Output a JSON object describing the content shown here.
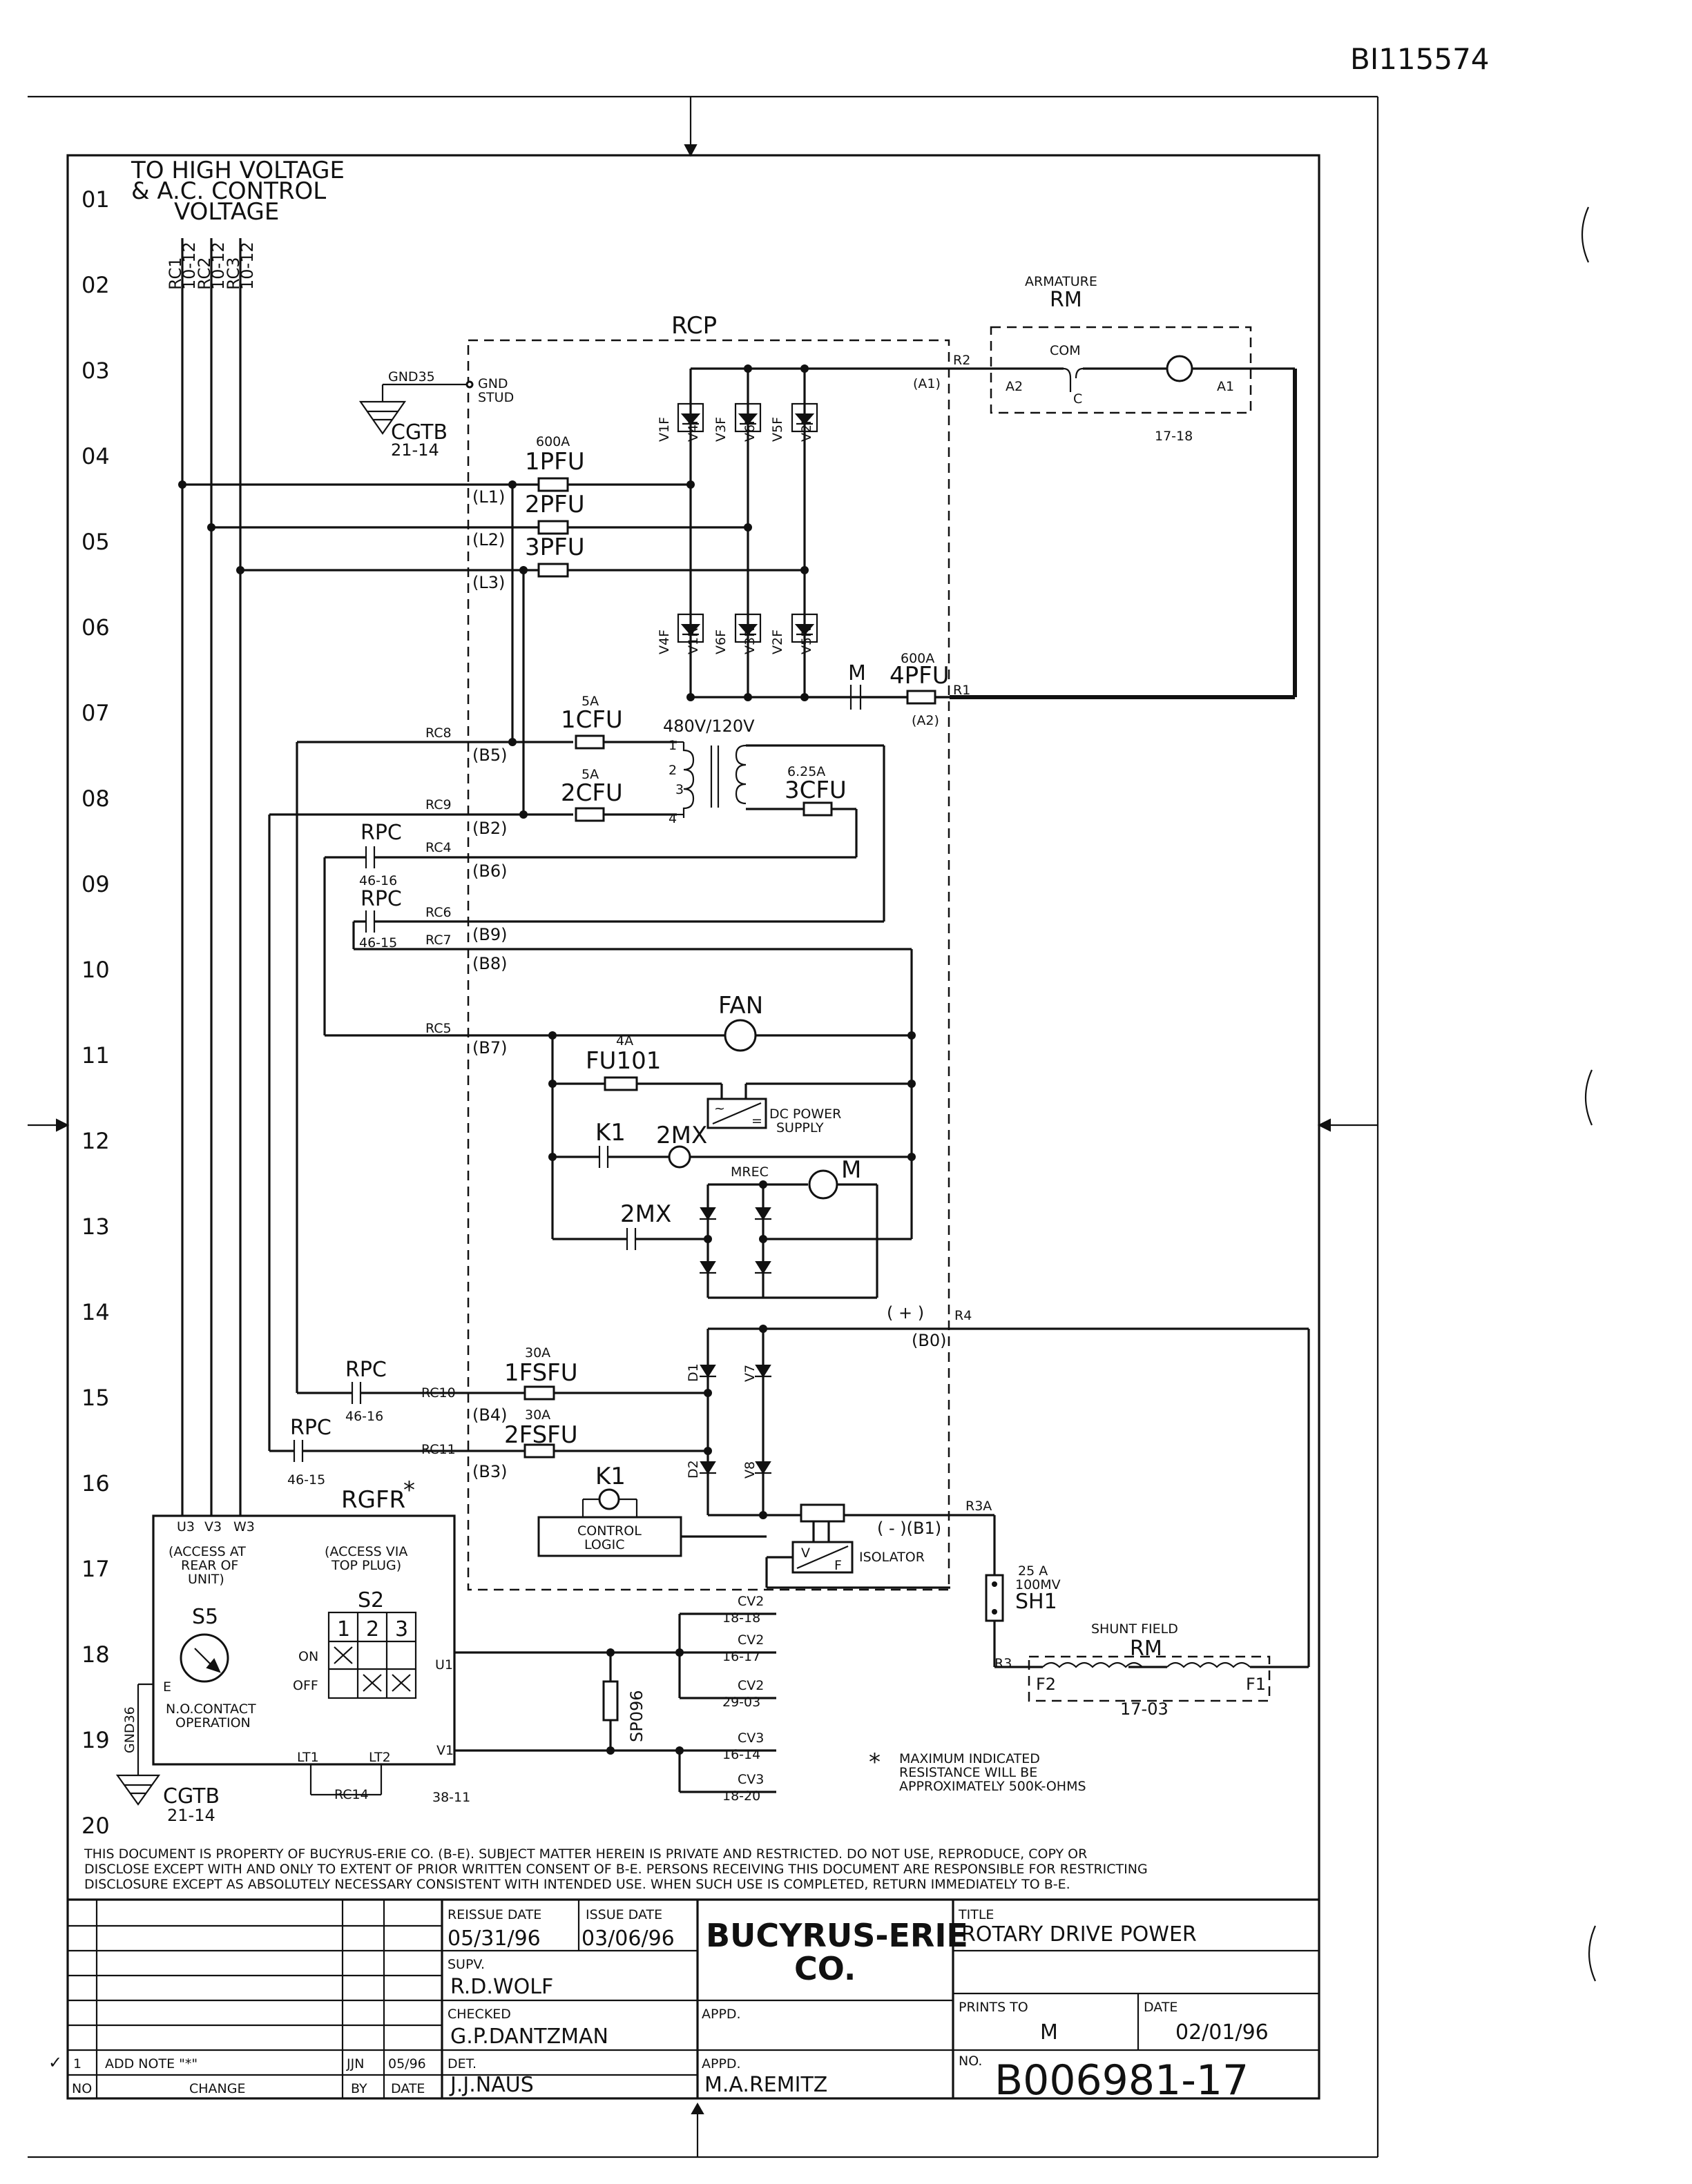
{
  "document_id": "BI115574",
  "rows": [
    "01",
    "02",
    "03",
    "04",
    "05",
    "06",
    "07",
    "08",
    "09",
    "10",
    "11",
    "12",
    "13",
    "14",
    "15",
    "16",
    "17",
    "18",
    "19",
    "20"
  ],
  "source": {
    "line1": "TO HIGH VOLTAGE",
    "line2": "& A.C. CONTROL",
    "line3": "VOLTAGE",
    "wires": [
      "RC1",
      "10-12",
      "RC2",
      "10-12",
      "RC3",
      "10-12"
    ]
  },
  "ground_top": {
    "name": "GND35",
    "stud": "GND",
    "stud2": "STUD",
    "tb": "CGTB",
    "ref": "21-14"
  },
  "rcp": "RCP",
  "armature": {
    "title": "ARMATURE",
    "name": "RM",
    "com": "COM",
    "a2": "A2",
    "a1": "A1",
    "c": "C",
    "ref": "17-18"
  },
  "terminals": {
    "r2": "R2",
    "a1": "(A1)",
    "r1": "R1",
    "a2": "(A2)",
    "l1": "(L1)",
    "l2": "(L2)",
    "l3": "(L3)",
    "b5": "(B5)",
    "b2": "(B2)",
    "b6": "(B6)",
    "b9": "(B9)",
    "b8": "(B8)",
    "b7": "(B7)",
    "b4": "(B4)",
    "b3": "(B3)",
    "b0": "(B0)",
    "r4": "R4",
    "plus": "( + )",
    "minus_b1": "( - )(B1)",
    "r3a": "R3A",
    "r3": "R3"
  },
  "scr_top": [
    "V1F",
    "V4R",
    "V3F",
    "V6R",
    "V5F",
    "V2R"
  ],
  "scr_bot": [
    "V4F",
    "V1R",
    "V6F",
    "V3R",
    "V2F",
    "V5R"
  ],
  "fuses": {
    "pfu_rating": "600A",
    "pfu1": "1PFU",
    "pfu2": "2PFU",
    "pfu3": "3PFU",
    "pfu4_rating": "600A",
    "pfu4": "4PFU",
    "m_contact": "M",
    "cfu1_rating": "5A",
    "cfu1": "1CFU",
    "cfu2_rating": "5A",
    "cfu2": "2CFU",
    "cfu3_rating": "6.25A",
    "cfu3": "3CFU",
    "xfmr": "480V/120V",
    "fu101_rating": "4A",
    "fu101": "FU101",
    "fsfu1_rating": "30A",
    "fsfu1": "1FSFU",
    "fsfu2_rating": "30A",
    "fsfu2": "2FSFU"
  },
  "xfmr_pins": [
    "1",
    "2",
    "3",
    "4"
  ],
  "wires": {
    "rc8": "RC8",
    "rc9": "RC9",
    "rc4": "RC4",
    "rc6": "RC6",
    "rc7": "RC7",
    "rc5": "RC5",
    "rc10": "RC10",
    "rc11": "RC11",
    "rc14": "RC14"
  },
  "rpc": {
    "label": "RPC",
    "ref": "46-16",
    "ref2": "46-15"
  },
  "fan": "FAN",
  "dc_supply": {
    "l1": "DC POWER",
    "l2": "SUPPLY"
  },
  "k1": "K1",
  "mx2": "2MX",
  "mrec": "MREC",
  "motor_m": "M",
  "diodes": {
    "d1": "D1",
    "v7": "V7",
    "d2": "D2",
    "v8": "V8"
  },
  "control_logic": {
    "coil": "K1",
    "l1": "CONTROL",
    "l2": "LOGIC"
  },
  "isolator": {
    "label": "ISOLATOR",
    "v": "V",
    "f": "F"
  },
  "shunt_resistor": {
    "rating": "25 A",
    "rating2": "100MV",
    "name": "SH1"
  },
  "shunt_field": {
    "title": "SHUNT FIELD",
    "name": "RM",
    "f2": "F2",
    "f1": "F1",
    "ref": "17-03"
  },
  "rgfr": {
    "name": "RGFR",
    "star": "*",
    "terms": [
      "U3",
      "V3",
      "W3"
    ],
    "access_rear": [
      "(ACCESS AT",
      "REAR OF",
      "UNIT)"
    ],
    "access_top": [
      "(ACCESS VIA",
      "TOP PLUG)"
    ],
    "s2": "S2",
    "s2_cols": [
      "1",
      "2",
      "3"
    ],
    "on": "ON",
    "off": "OFF",
    "s5": "S5",
    "e": "E",
    "noc1": "N.O.CONTACT",
    "noc2": "OPERATION",
    "u1": "U1",
    "v1": "V1",
    "lt1": "LT1",
    "lt2": "LT2",
    "ref": "38-11"
  },
  "ground_bottom": {
    "name": "GND36",
    "tb": "CGTB",
    "ref": "21-14"
  },
  "sp096": "SP096",
  "cv": [
    {
      "n": "CV2",
      "r": "18-18"
    },
    {
      "n": "CV2",
      "r": "16-17"
    },
    {
      "n": "CV2",
      "r": "29-03"
    },
    {
      "n": "CV3",
      "r": "16-14"
    },
    {
      "n": "CV3",
      "r": "18-20"
    }
  ],
  "note": {
    "star": "*",
    "l1": "MAXIMUM INDICATED",
    "l2": "RESISTANCE WILL BE",
    "l3": "APPROXIMATELY 500K-OHMS"
  },
  "disclaimer": [
    "THIS DOCUMENT IS PROPERTY OF BUCYRUS-ERIE CO. (B-E). SUBJECT MATTER HEREIN IS PRIVATE AND RESTRICTED. DO NOT USE, REPRODUCE, COPY OR",
    "DISCLOSE EXCEPT WITH AND ONLY TO EXTENT OF PRIOR WRITTEN CONSENT OF B-E. PERSONS RECEIVING THIS DOCUMENT ARE RESPONSIBLE FOR RESTRICTING",
    "DISCLOSURE EXCEPT AS ABSOLUTELY NECESSARY CONSISTENT WITH INTENDED USE. WHEN SUCH USE IS COMPLETED, RETURN IMMEDIATELY TO B-E."
  ],
  "title_block": {
    "reissue_label": "REISSUE DATE",
    "reissue": "05/31/96",
    "issue_label": "ISSUE DATE",
    "issue": "03/06/96",
    "company1": "BUCYRUS-ERIE",
    "company2": "CO.",
    "title_label": "TITLE",
    "title": "ROTARY DRIVE POWER",
    "supv_label": "SUPV.",
    "supv": "R.D.WOLF",
    "checked_label": "CHECKED",
    "checked": "G.P.DANTZMAN",
    "appd_label": "APPD.",
    "appd2_label": "APPD.",
    "appd2": "M.A.REMITZ",
    "det_label": "DET.",
    "det": "J.J.NAUS",
    "prints_label": "PRINTS TO",
    "prints": "M",
    "date_label": "DATE",
    "date": "02/01/96",
    "no_label": "NO.",
    "number": "B006981-17",
    "rev_no": "1",
    "rev_change": "ADD NOTE \"*\"",
    "rev_by": "JJN",
    "rev_date": "05/96",
    "check_mark": "✓",
    "col_no": "NO",
    "col_change": "CHANGE",
    "col_by": "BY",
    "col_date": "DATE"
  }
}
